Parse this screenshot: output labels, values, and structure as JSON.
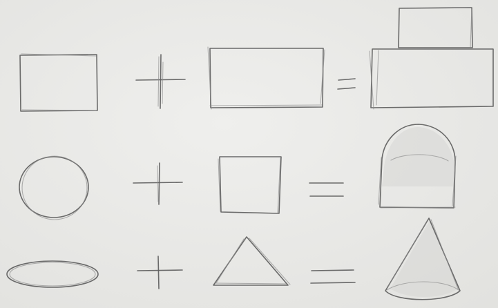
{
  "colors": {
    "paper": "#e9e9e7",
    "pencil": "#5e5e5e",
    "pencil_light": "#8a8a8a"
  },
  "rows": [
    {
      "name": "row-1",
      "left": "rectangle",
      "operator": "plus",
      "right": "wide-rectangle",
      "equals": "equals",
      "result": "stacked-rectangles"
    },
    {
      "name": "row-2",
      "left": "circle",
      "operator": "plus",
      "right": "square",
      "equals": "equals",
      "result": "arched-square"
    },
    {
      "name": "row-3",
      "left": "ellipse",
      "operator": "plus",
      "right": "triangle",
      "equals": "equals",
      "result": "cone"
    }
  ]
}
